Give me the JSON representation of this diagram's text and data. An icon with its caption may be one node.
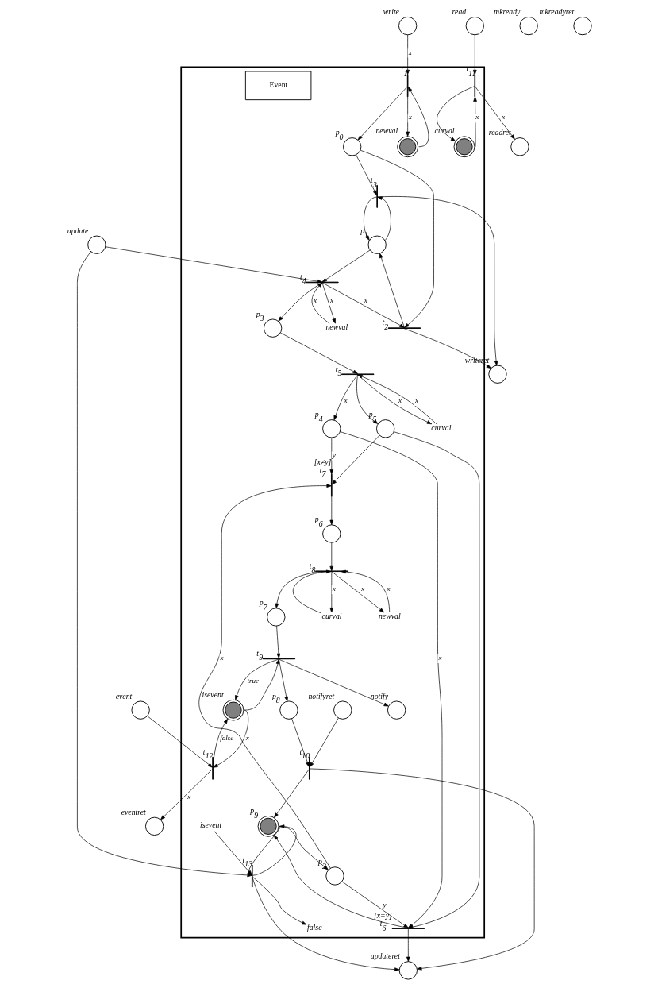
{
  "diagram": {
    "nodes": [
      {
        "text": [],
        "shape": "box"
      },
      {
        "text": [],
        "shape": "circle",
        "beside": [
          "write"
        ]
      },
      {
        "text": [],
        "shape": "bar",
        "beside": [
          "t$_{1}$"
        ],
        "in": 0
      },
      {
        "text": [],
        "shape": "doublecircle",
        "beside": [
          "newval"
        ],
        "in": 0
      },
      {
        "text": [],
        "shape": "circle",
        "beside": [
          "read"
        ]
      },
      {
        "text": [],
        "shape": "bar",
        "beside": [
          "t$_{11}$"
        ],
        "in": 0
      },
      {
        "text": [],
        "shape": "circle",
        "beside": [
          "readret"
        ]
      },
      {
        "text": [],
        "shape": "circle",
        "beside": [
          "p$_{0}$"
        ],
        "in": 0
      },
      {
        "text": [],
        "shape": "bar",
        "beside": [
          "t$_{3}$"
        ],
        "in": 0
      },
      {
        "text": [],
        "shape": "circle",
        "beside": [
          "writeret"
        ]
      },
      {
        "text": [],
        "shape": "doublecircle",
        "beside": [
          "curval"
        ],
        "in": 0
      },
      {
        "text": [],
        "shape": "bar",
        "beside": [
          "t$_{2}$"
        ],
        "in": 0
      },
      {
        "text": [],
        "shape": "bar",
        "beside": [
          "[x≠y]",
          "t$_{7}$"
        ],
        "in": 0
      },
      {
        "text": [],
        "shape": "circle",
        "beside": [
          "p$_{2}$"
        ],
        "in": 0
      },
      {
        "text": [],
        "shape": "circle",
        "beside": [
          "p$_{6}$"
        ],
        "in": 0
      },
      {
        "text": [
          "newval"
        ],
        "in": 0
      },
      {
        "text": [],
        "shape": "bar",
        "beside": [
          "t$_{8}$"
        ],
        "in": 0
      },
      {
        "text": [
          "curval"
        ],
        "in": 0
      },
      {
        "text": [],
        "shape": "circle",
        "beside": [
          "p$_{4}$"
        ],
        "in": 0
      },
      {
        "text": [],
        "shape": "circle",
        "beside": [
          "p$_{5}$"
        ],
        "in": 0
      },
      {
        "text": [],
        "shape": "circle",
        "beside": [
          "p$_{7}$"
        ],
        "in": 0
      },
      {
        "text": [],
        "shape": "circle",
        "beside": [
          "event"
        ]
      },
      {
        "text": [],
        "shape": "bar",
        "beside": [
          "t$_{12}$"
        ],
        "in": 0
      },
      {
        "text": [],
        "shape": "circle",
        "beside": [
          "p$_{1}$"
        ],
        "in": 0
      },
      {
        "text": [],
        "shape": "doublecircle",
        "beside": [
          "isevent"
        ],
        "in": 0
      },
      {
        "text": [],
        "shape": "circle",
        "beside": [
          "eventret"
        ]
      },
      {
        "text": [],
        "shape": "bar",
        "beside": [
          "t$_{9}$"
        ],
        "in": 0
      },
      {
        "text": [],
        "shape": "bar",
        "beside": [
          "t$_{5}$"
        ],
        "in": 0
      },
      {
        "text": [
          "curval"
        ],
        "in": 0
      },
      {
        "text": [],
        "shape": "bar",
        "beside": [
          "[x=y]",
          "t$_{6}$"
        ],
        "in": 0
      },
      {
        "text": [],
        "shape": "circle",
        "beside": [
          "p$_{3}$"
        ],
        "in": 0
      },
      {
        "text": [],
        "shape": "doublecircle",
        "beside": [
          "p$_{9}$"
        ],
        "in": 0
      },
      {
        "text": [],
        "shape": "circle",
        "beside": [
          "p$_{8}$"
        ],
        "in": 0
      },
      {
        "text": [],
        "shape": "bar",
        "beside": [
          "t$_{4}$"
        ],
        "in": 0
      },
      {
        "text": [
          "newval"
        ],
        "in": 0
      },
      {
        "text": [],
        "shape": "circle",
        "beside": [
          "notify"
        ],
        "in": 0
      },
      {
        "text": [],
        "shape": "bar",
        "beside": [
          "t$_{10}$"
        ],
        "in": 0
      },
      {
        "text": [],
        "shape": "circle",
        "beside": [
          "notifyret"
        ],
        "in": 0
      },
      {
        "text": [
          "isevent"
        ],
        "in": 0
      },
      {
        "text": [
          "false"
        ],
        "in": 0
      },
      {
        "text": [],
        "shape": "bar",
        "beside": [
          "t$_{13}$"
        ],
        "in": 0
      },
      {
        "text": [
          "Event"
        ],
        "in": 0
      },
      {
        "text": [],
        "shape": "circle",
        "beside": [
          "update"
        ]
      },
      {
        "text": [],
        "shape": "circle",
        "beside": [
          "updateret"
        ]
      },
      {
        "text": [],
        "shape": "circle",
        "beside": [
          "mkready"
        ]
      },
      {
        "text": [],
        "shape": "circle",
        "beside": [
          "mkreadyret"
        ]
      }
    ],
    "edges": [
      {
        "from": 1,
        "to": 2,
        "arrow": "to",
        "label": "x"
      },
      {
        "from": 2,
        "to": 3,
        "arrow": "to",
        "label": "x"
      },
      {
        "from": 3,
        "to": 2,
        "arrow": "to"
      },
      {
        "from": 2,
        "to": 7,
        "arrow": "to"
      },
      {
        "from": 4,
        "to": 5,
        "arrow": "to"
      },
      {
        "from": 5,
        "to": 6,
        "arrow": "to",
        "label": "x"
      },
      {
        "from": 5,
        "to": 10,
        "arrow": "to"
      },
      {
        "from": 10,
        "to": 5,
        "arrow": "to",
        "label": "x"
      },
      {
        "from": 7,
        "to": 8,
        "arrow": "to"
      },
      {
        "from": 8,
        "to": 9,
        "arrow": "to"
      },
      {
        "from": 7,
        "to": 11,
        "arrow": "to"
      },
      {
        "from": 11,
        "to": 9,
        "arrow": "to"
      },
      {
        "from": 8,
        "to": 23,
        "arrow": "to"
      },
      {
        "from": 23,
        "to": 8,
        "arrow": "to"
      },
      {
        "from": 11,
        "to": 23,
        "arrow": "to"
      },
      {
        "from": 33,
        "to": 11,
        "arrow": "to",
        "label": "x"
      },
      {
        "from": 31,
        "to": 13,
        "arrow": "to"
      },
      {
        "from": 13,
        "to": 12,
        "arrow": "to",
        "label": "x"
      },
      {
        "from": 18,
        "to": 12,
        "arrow": "to",
        "label": "y"
      },
      {
        "from": 19,
        "to": 12,
        "arrow": "to"
      },
      {
        "from": 12,
        "to": 14,
        "arrow": "to"
      },
      {
        "from": 14,
        "to": 16,
        "arrow": "to"
      },
      {
        "from": 15,
        "to": 16,
        "arrow": "to",
        "label": "x"
      },
      {
        "from": 16,
        "to": 15,
        "arrow": "to",
        "label": "x"
      },
      {
        "from": 17,
        "to": 16,
        "arrow": "to"
      },
      {
        "from": 16,
        "to": 17,
        "arrow": "to",
        "label": "x"
      },
      {
        "from": 16,
        "to": 20,
        "arrow": "to"
      },
      {
        "from": 13,
        "to": 29,
        "arrow": "to",
        "label": "y"
      },
      {
        "from": 18,
        "to": 29,
        "arrow": "to",
        "label": "x"
      },
      {
        "from": 19,
        "to": 29,
        "arrow": "to"
      },
      {
        "from": 21,
        "to": 22,
        "arrow": "to"
      },
      {
        "from": 22,
        "to": 24,
        "arrow": "to",
        "label": "false"
      },
      {
        "from": 24,
        "to": 22,
        "arrow": "to",
        "label": "x"
      },
      {
        "from": 22,
        "to": 25,
        "arrow": "to",
        "label": "x"
      },
      {
        "from": 20,
        "to": 26,
        "arrow": "to"
      },
      {
        "from": 24,
        "to": 26,
        "arrow": "to"
      },
      {
        "from": 26,
        "to": 24,
        "arrow": "to",
        "label": "true"
      },
      {
        "from": 26,
        "to": 32,
        "arrow": "to"
      },
      {
        "from": 26,
        "to": 35,
        "arrow": "to"
      },
      {
        "from": 23,
        "to": 33,
        "arrow": "to"
      },
      {
        "from": 33,
        "to": 34,
        "arrow": "to",
        "label": "x"
      },
      {
        "from": 34,
        "to": 33,
        "arrow": "to",
        "label": "x"
      },
      {
        "from": 42,
        "to": 33,
        "arrow": "to"
      },
      {
        "from": 33,
        "to": 30,
        "arrow": "to"
      },
      {
        "from": 30,
        "to": 27,
        "arrow": "to"
      },
      {
        "from": 27,
        "to": 18,
        "arrow": "to",
        "label": "x"
      },
      {
        "from": 27,
        "to": 19,
        "arrow": "to"
      },
      {
        "from": 27,
        "to": 28,
        "arrow": "to",
        "label": "x"
      },
      {
        "from": 28,
        "to": 27,
        "arrow": "to",
        "label": "x"
      },
      {
        "from": 29,
        "to": 31,
        "arrow": "to"
      },
      {
        "from": 29,
        "to": 43,
        "arrow": "to"
      },
      {
        "from": 32,
        "to": 36,
        "arrow": "to"
      },
      {
        "from": 36,
        "to": 31,
        "arrow": "to"
      },
      {
        "from": 37,
        "to": 36,
        "arrow": "to"
      },
      {
        "from": 36,
        "to": 43,
        "arrow": "to"
      },
      {
        "from": 31,
        "to": 40,
        "arrow": "to"
      },
      {
        "from": 40,
        "to": 31,
        "arrow": "to"
      },
      {
        "from": 38,
        "to": 40,
        "arrow": "to"
      },
      {
        "from": 40,
        "to": 39,
        "arrow": "to"
      },
      {
        "from": 40,
        "to": 43,
        "arrow": "to"
      },
      {
        "from": 42,
        "to": 40,
        "arrow": "to"
      }
    ]
  }
}
